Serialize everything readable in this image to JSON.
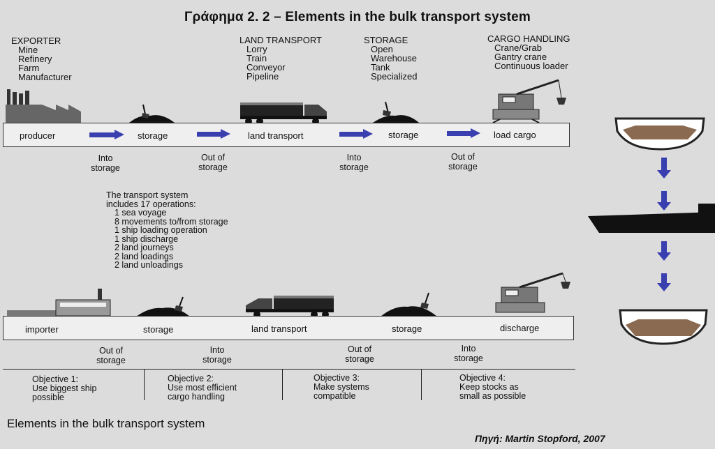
{
  "title": "Γράφημα 2. 2 – Elements in the bulk transport system",
  "headers": {
    "exporter": {
      "label": "EXPORTER",
      "items": [
        "Mine",
        "Refinery",
        "Farm",
        "Manufacturer"
      ]
    },
    "land_transport": {
      "label": "LAND TRANSPORT",
      "items": [
        "Lorry",
        "Train",
        "Conveyor",
        "Pipeline"
      ]
    },
    "storage": {
      "label": "STORAGE",
      "items": [
        "Open",
        "Warehouse",
        "Tank",
        "Specialized"
      ]
    },
    "cargo_handling": {
      "label": "CARGO HANDLING",
      "items": [
        "Crane/Grab",
        "Gantry crane",
        "Continuous loader"
      ]
    }
  },
  "top_chain": [
    "producer",
    "storage",
    "land transport",
    "storage",
    "load cargo"
  ],
  "top_sublabels": [
    [
      "Into",
      "storage"
    ],
    [
      "Out of",
      "storage"
    ],
    [
      "Into",
      "storage"
    ],
    [
      "Out of",
      "storage"
    ]
  ],
  "operations": [
    "The transport system",
    "includes 17 operations:",
    "1 sea voyage",
    "8 movements to/from storage",
    "1 ship loading operation",
    "1 ship discharge",
    "2 land journeys",
    "2 land loadings",
    "2 land unloadings"
  ],
  "bottom_chain": [
    "importer",
    "storage",
    "land transport",
    "storage",
    "discharge"
  ],
  "bottom_sublabels": [
    [
      "Out of",
      "storage"
    ],
    [
      "Into",
      "storage"
    ],
    [
      "Out of",
      "storage"
    ],
    [
      "Into",
      "storage"
    ]
  ],
  "objectives": [
    [
      "Objective 1:",
      "Use biggest ship",
      "possible"
    ],
    [
      "Objective 2:",
      "Use most efficient",
      "cargo handling"
    ],
    [
      "Objective 3:",
      "Make systems",
      "compatible"
    ],
    [
      "Objective 4:",
      "Keep stocks as",
      "small as possible"
    ]
  ],
  "caption": "Elements in the bulk transport system",
  "source": "Πηγή: Martin Stopford, 2007",
  "colors": {
    "arrow": "#3a3fb0",
    "cargo": "#8a6a50",
    "band": "#efefef"
  }
}
